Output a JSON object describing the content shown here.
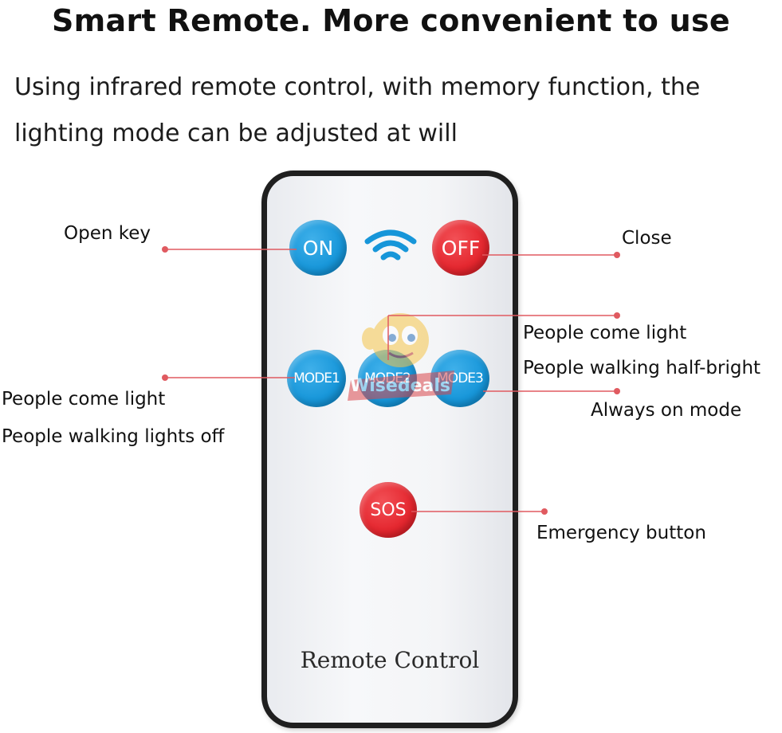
{
  "header": {
    "title": "Smart Remote. More convenient to use",
    "subtitle_line1": "Using infrared remote control, with memory function, the",
    "subtitle_line2": "lighting mode can be adjusted at will"
  },
  "remote": {
    "on_label": "ON",
    "off_label": "OFF",
    "mode1_label": "MODE1",
    "mode2_label": "MODE2",
    "mode3_label": "MODE3",
    "sos_label": "SOS",
    "brand_text": "Remote Control"
  },
  "annotations": {
    "open_key": "Open key",
    "close": "Close",
    "mode2_line1": "People come light",
    "mode2_line2": "People walking half-bright",
    "mode3": "Always on mode",
    "mode1_line1": "People come light",
    "mode1_line2": "People walking lights off",
    "sos": "Emergency button"
  },
  "watermark": {
    "text": "Wisedeals"
  },
  "colors": {
    "blue_button": "#1796d9",
    "red_button": "#e4262e",
    "leader_line": "#e05a60",
    "remote_border": "#1f1f1f"
  },
  "icons": {
    "signal": "wifi-signal-icon"
  }
}
